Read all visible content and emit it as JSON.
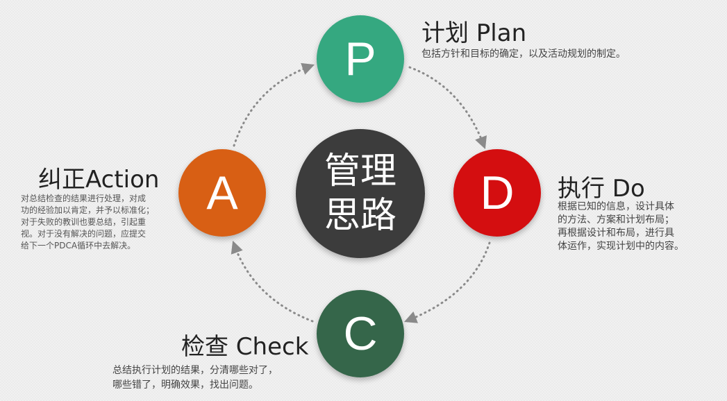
{
  "center": {
    "lines": [
      "管理",
      "思路"
    ]
  },
  "nodes": {
    "plan": {
      "letter": "P",
      "color": "#35a880",
      "title": "计划 Plan",
      "desc": [
        "包括方针和目标的确定，以及活动规划的制定。"
      ]
    },
    "do": {
      "letter": "D",
      "color": "#d40e10",
      "title": "执行 Do",
      "desc": [
        "根据已知的信息，设计具体",
        "的方法、方案和计划布局；",
        "再根据设计和布局，进行具",
        "体运作，实现计划中的内容。"
      ]
    },
    "check": {
      "letter": "C",
      "color": "#35664a",
      "title": "检查 Check",
      "desc": [
        "总结执行计划的结果，分清哪些对了，",
        "哪些错了，明确效果，找出问题。"
      ]
    },
    "action": {
      "letter": "A",
      "color": "#d85f14",
      "title": "纠正Action",
      "desc": [
        "对总结检查的结果进行处理，对成",
        "功的经验加以肯定，并予以标准化；",
        "对于失败的教训也要总结，引起重",
        "视。对于没有解决的问题，应提交",
        "给下一个PDCA循环中去解决。"
      ]
    }
  },
  "arrow_color": "#8a8a8a"
}
